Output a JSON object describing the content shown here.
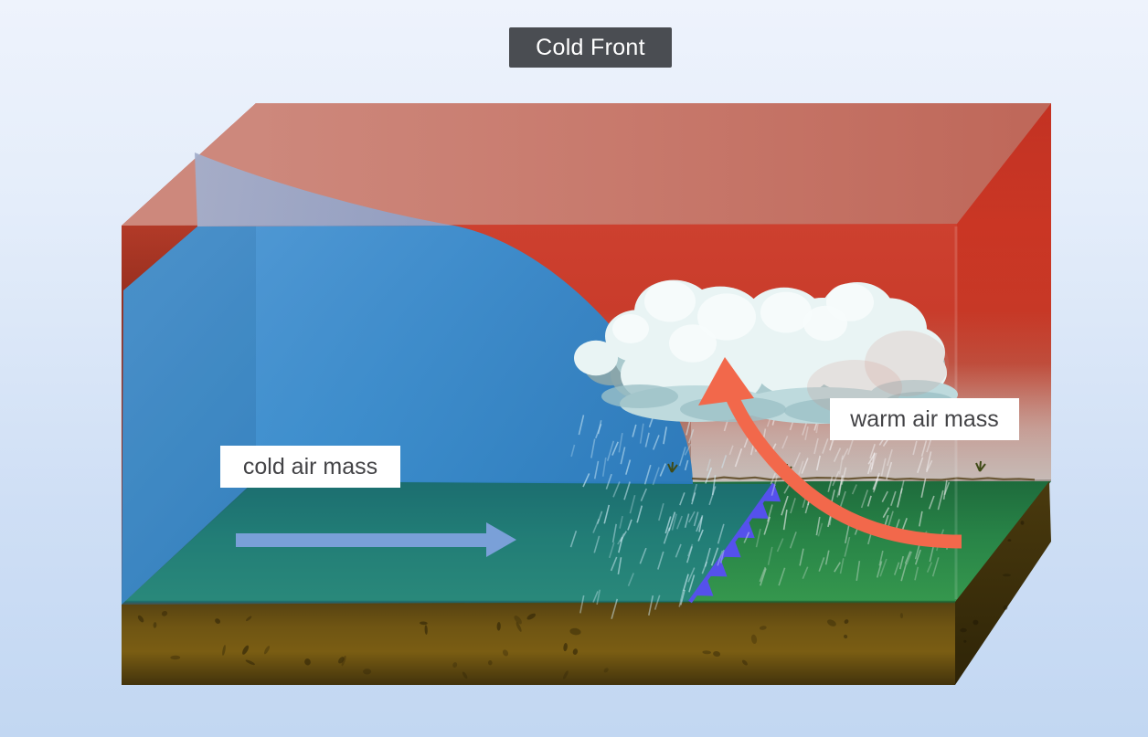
{
  "title": {
    "text": "Cold Front"
  },
  "labels": {
    "cold_air": "cold air mass",
    "warm_air": "warm air mass"
  },
  "symbols": {
    "cold_air_flow_arrow": "straight blue arrow pointing right toward the front",
    "warm_air_rise_arrow": "curved orange arrow rising from the warm sector into the storm cloud",
    "cold_front_line": "blue sawtooth surface front line, triangles pointing toward the warm air mass"
  },
  "colors": {
    "title_bg": "#4a4d52",
    "title_fg": "#ffffff",
    "label_bg": "#ffffff",
    "label_fg": "#434346",
    "warm_air_red": "#cd3b2a",
    "box_top_salmon": "#c67b6e",
    "cold_air_blue": "#3b90d5",
    "cold_air_dome_gray": "#98a6c6",
    "ground_green": "#2b8a48",
    "soil_brown": "#6d5013",
    "cloud_white": "#e9f4f4",
    "rain_streak": "#dceef8",
    "cold_arrow": "#7aa0d8",
    "warm_arrow": "#f2684b",
    "front_line": "#5551ec"
  }
}
